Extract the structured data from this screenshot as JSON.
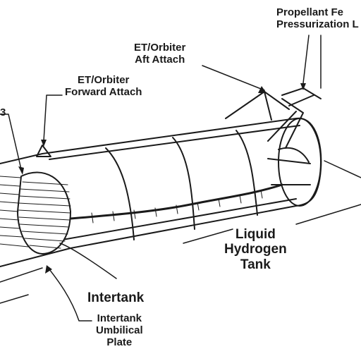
{
  "labels": {
    "propellant_line1": "Propellant Fe",
    "propellant_line2": "Pressurization L",
    "aft_line1": "ET/Orbiter",
    "aft_line2": "Aft Attach",
    "forward_line1": "ET/Orbiter",
    "forward_line2": "Forward Attach",
    "lh2_line1": "Liquid",
    "lh2_line2": "Hydrogen",
    "lh2_line3": "Tank",
    "intertank": "Intertank",
    "umbilical_line1": "Intertank",
    "umbilical_line2": "Umbilical",
    "umbilical_line3": "Plate",
    "partial_left": "3"
  },
  "colors": {
    "ink": "#1a1a1a",
    "paper": "#ffffff",
    "shade": "#9a9a9a"
  }
}
